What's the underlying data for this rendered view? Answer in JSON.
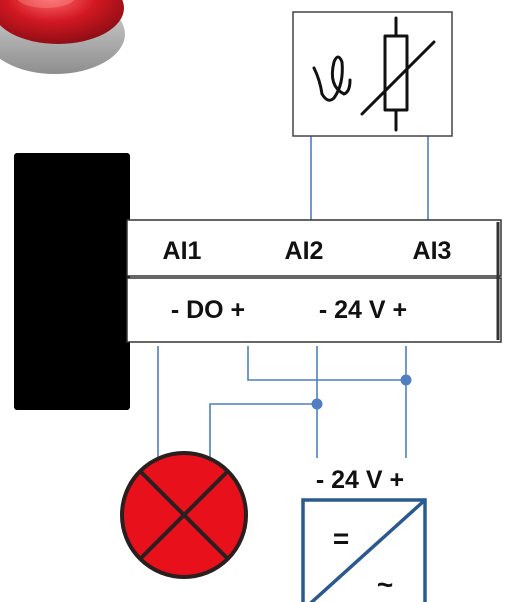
{
  "colors": {
    "wire": "#4f7fbf",
    "module_body": "#000000",
    "terminal_outline": "#333333",
    "lamp_fill": "#e8101a",
    "lamp_stroke": "#2a1f1f",
    "psu_stroke": "#2b5a8e",
    "beacon_red": "#c8101c",
    "beacon_base": "#bdbdbd"
  },
  "icons": {
    "sensor": "temperature-thermistor-icon",
    "lamp": "indicator-lamp-icon",
    "psu": "dc-ac-converter-icon",
    "beacon": "warning-beacon-icon"
  },
  "terminals": {
    "top_row": [
      "AI1",
      "AI2",
      "AI3"
    ],
    "bottom_row": [
      "- DO +",
      "- 24 V +"
    ]
  },
  "power_supply": {
    "label": "- 24 V +",
    "dc_symbol": "=",
    "ac_symbol": "~"
  }
}
